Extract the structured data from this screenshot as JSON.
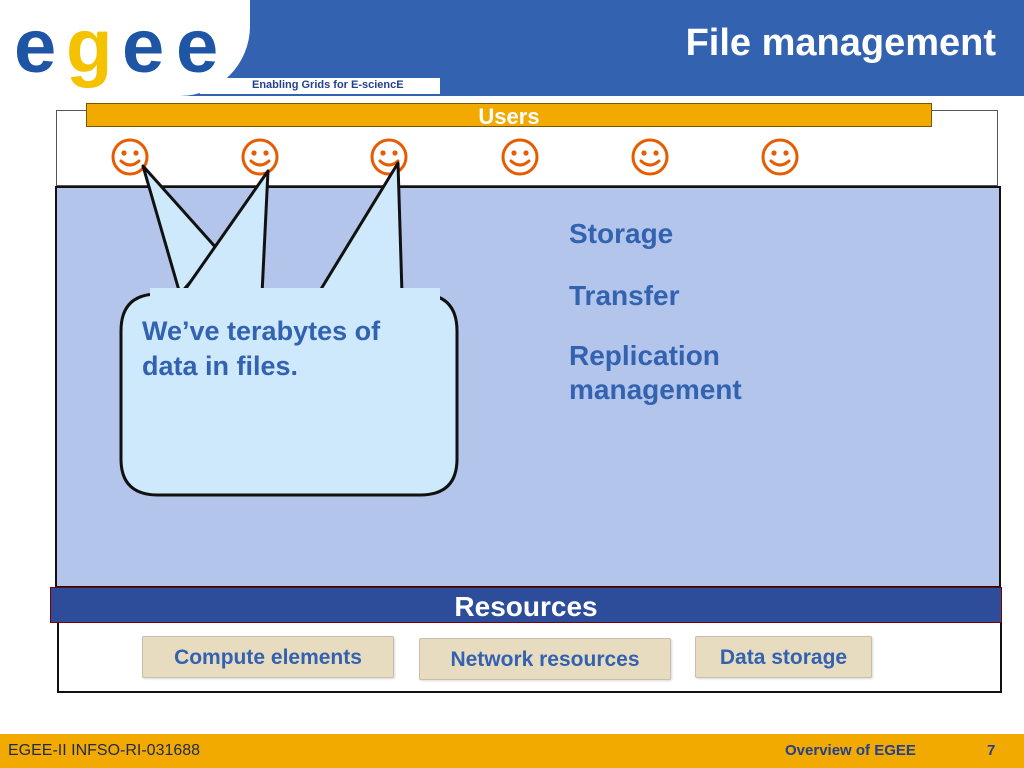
{
  "header": {
    "logo_text": "egee",
    "tagline": "Enabling Grids for E-sciencE",
    "title": "File management"
  },
  "users": {
    "label": "Users",
    "count": 6
  },
  "services": {
    "items": [
      "Storage",
      "Transfer",
      "Replication management"
    ]
  },
  "callout": {
    "text": "We’ve terabytes of data in files."
  },
  "resources": {
    "label": "Resources",
    "items": [
      "Compute elements",
      "Network resources",
      "Data storage"
    ]
  },
  "footer": {
    "left": "EGEE-II INFSO-RI-031688",
    "section": "Overview of EGEE",
    "page": "7"
  },
  "colors": {
    "header_blue": "#3262b0",
    "accent_orange": "#f2a900",
    "services_blue": "#b3c5ea",
    "callout_fill": "#cde9fb",
    "smiley_orange": "#e65c00"
  }
}
